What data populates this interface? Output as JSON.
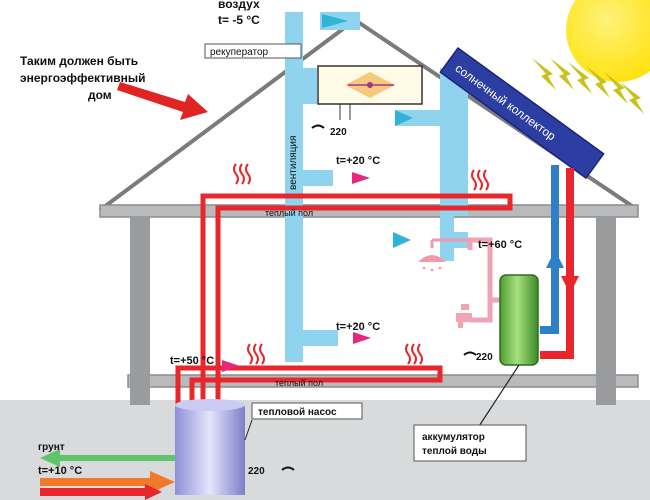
{
  "labels": {
    "air": "воздух",
    "outside_temp": "t= -5 °C",
    "caption": [
      "Таким должен быть",
      "энергоэффективный",
      "дом"
    ],
    "recuperator": "рекуператор",
    "solar_collector": "солнечный коллектор",
    "ventilation": "вентиляция",
    "temp_room_upper": "t=+20 °C",
    "temp_room_lower": "t=+20 °C",
    "warm_floor_upper": "теплый пол",
    "warm_floor_lower": "теплый пол",
    "hot_water_temp": "t=+60 °C",
    "heat_pump_temp": "t=+50 °C",
    "power_recuperator": "220",
    "power_tank": "220",
    "power_pump": "220",
    "heat_pump": "тепловой насос",
    "tank": [
      "аккумулятор",
      "теплой воды"
    ],
    "ground": "грунт",
    "ground_temp": "t=+10 °C"
  },
  "colors": {
    "sky": "#ffffff",
    "ground": "#d9dadb",
    "wall": "#9a9b9d",
    "roof_line": "#7a7b7d",
    "ventilation": "#8fd3ef",
    "hot_pipe": "#e8262b",
    "cold_pipe": "#2f7fc8",
    "warm_pipe": "#f0a2b6",
    "solar_panel": "#2d3ea3",
    "sun": "#ffe200",
    "sun_rays": "#c9c21d",
    "tank": "#72c24a",
    "pump": "#b7b9ea",
    "arrow": "#e02424",
    "ground_arrow_green": "#5fc46a",
    "ground_arrow_orange": "#f07a2a"
  },
  "icons": [
    "sun-icon",
    "shower-icon",
    "faucet-icon",
    "plug-icon",
    "heat-wave-icon",
    "fan-icon"
  ]
}
